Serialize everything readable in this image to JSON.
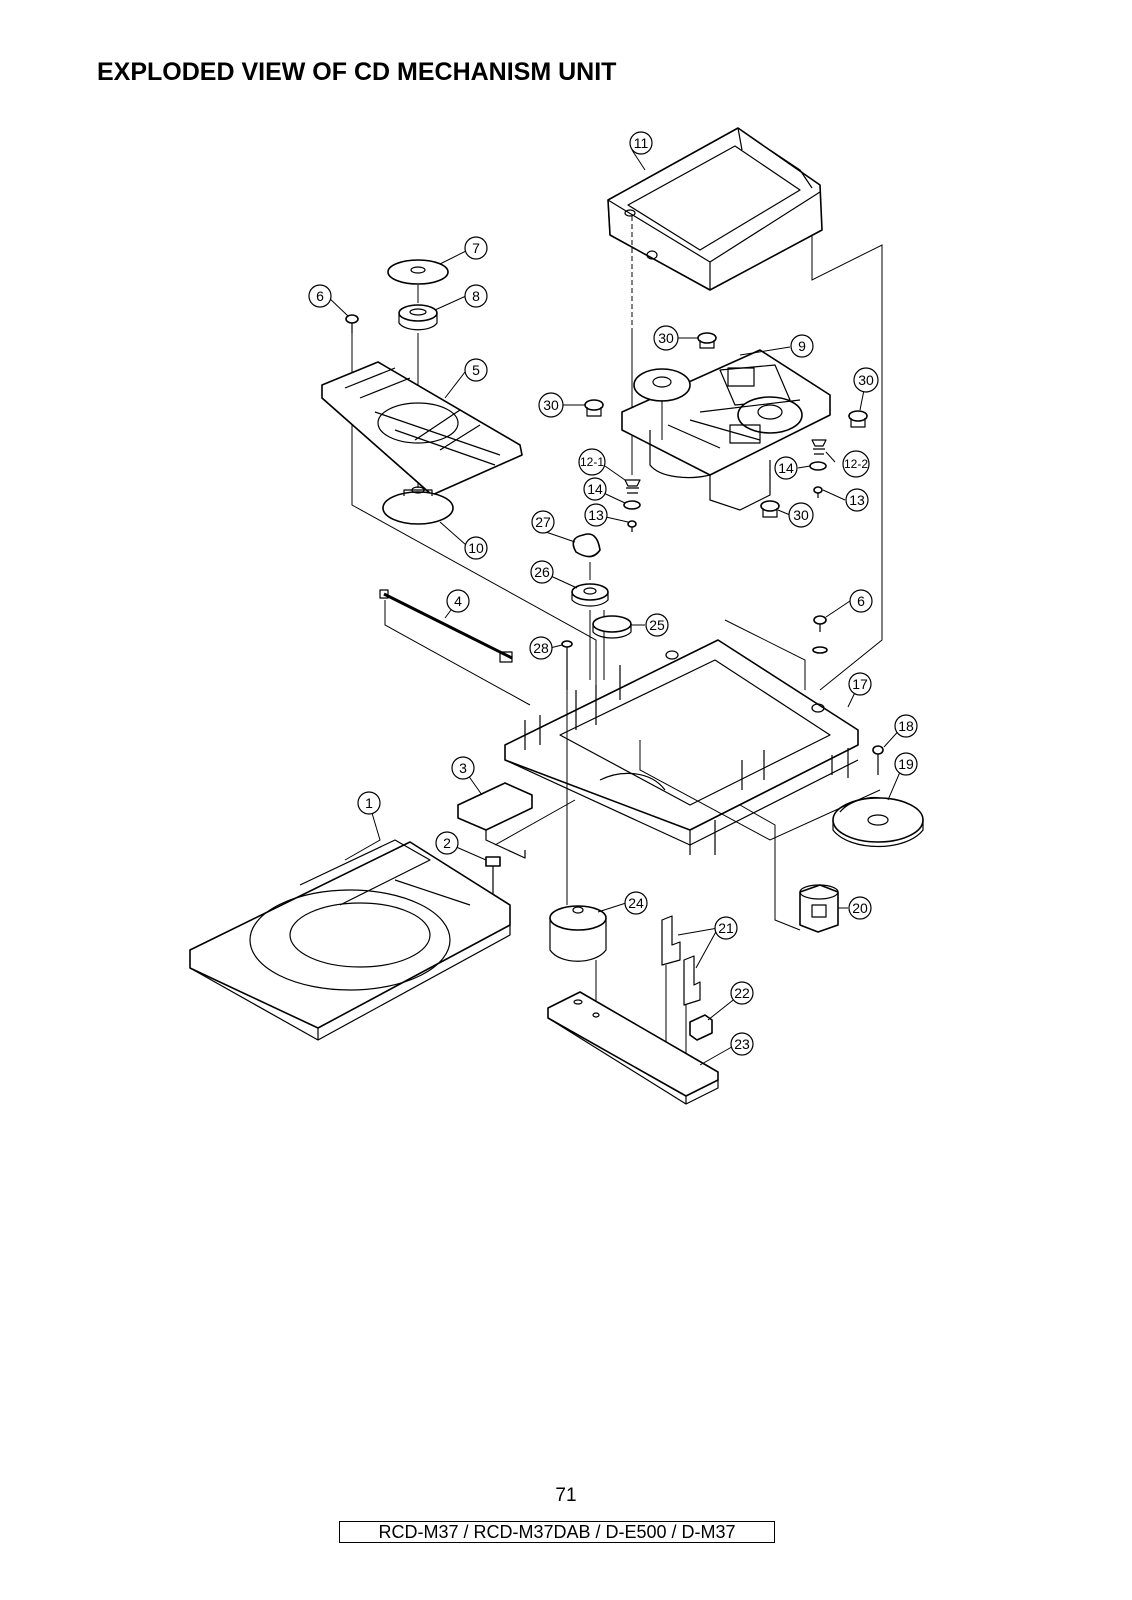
{
  "title": "EXPLODED VIEW OF CD MECHANISM UNIT",
  "page_number": "71",
  "footer": "RCD-M37 / RCD-M37DAB / D-E500 / D-M37",
  "callouts": {
    "c1": "1",
    "c2": "2",
    "c3": "3",
    "c4": "4",
    "c5": "5",
    "c6a": "6",
    "c6b": "6",
    "c7": "7",
    "c8": "8",
    "c9": "9",
    "c10": "10",
    "c11": "11",
    "c12_1": "12-1",
    "c12_2": "12-2",
    "c13a": "13",
    "c13b": "13",
    "c14a": "14",
    "c14b": "14",
    "c17": "17",
    "c18": "18",
    "c19": "19",
    "c20": "20",
    "c21": "21",
    "c22": "22",
    "c23": "23",
    "c24": "24",
    "c25": "25",
    "c26": "26",
    "c27": "27",
    "c28": "28",
    "c30a": "30",
    "c30b": "30",
    "c30c": "30",
    "c30d": "30"
  }
}
